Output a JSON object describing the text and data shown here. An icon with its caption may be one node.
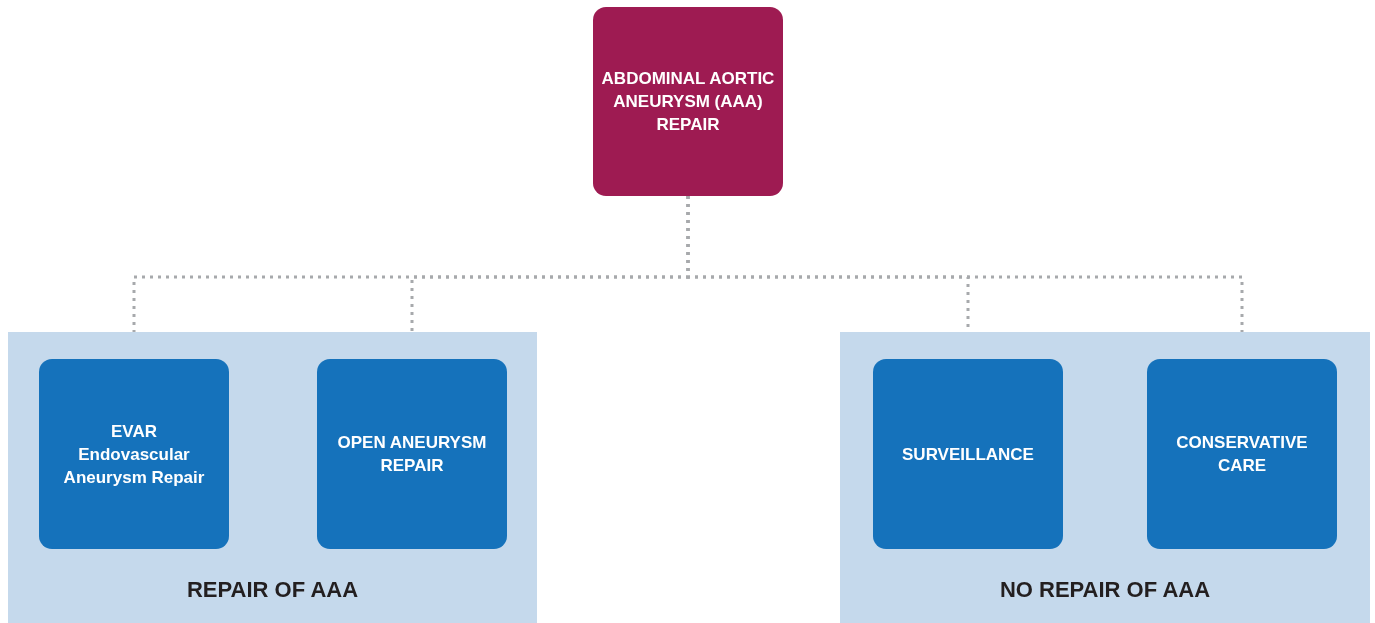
{
  "diagram": {
    "nodes": [
      {
        "text": [
          "ABDOMINAL AORTIC ANEURYSM (AAA) REPAIR"
        ]
      },
      {
        "text": [
          "REPAIR OF AAA"
        ]
      },
      {
        "text": [
          "EVAR",
          "Endovascular Aneurysm Repair"
        ],
        "in": 1
      },
      {
        "text": [
          "OPEN ANEURYSM REPAIR"
        ],
        "in": 1
      },
      {
        "text": [
          "NO REPAIR OF AAA"
        ]
      },
      {
        "text": [
          "SURVEILLANCE"
        ],
        "in": 4
      },
      {
        "text": [
          "CONSERVATIVE CARE"
        ],
        "in": 4
      }
    ],
    "edges": [
      {
        "from": 0,
        "to": 2,
        "arrow": "none",
        "style": "dashed"
      },
      {
        "from": 0,
        "to": 3,
        "arrow": "none",
        "style": "dashed"
      },
      {
        "from": 0,
        "to": 5,
        "arrow": "none",
        "style": "dashed"
      },
      {
        "from": 0,
        "to": 6,
        "arrow": "none",
        "style": "dashed"
      }
    ]
  }
}
